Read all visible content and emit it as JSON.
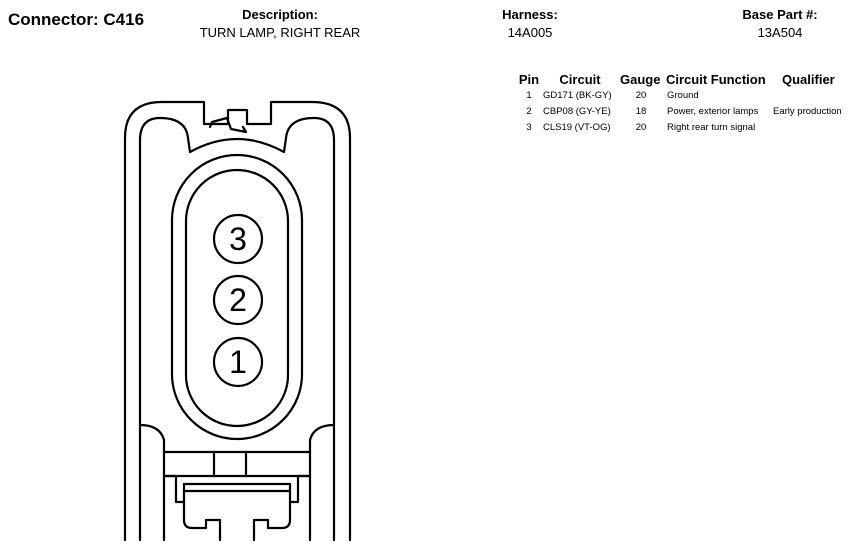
{
  "header": {
    "connector_title": "Connector: C416",
    "description_label": "Description:",
    "description_value": "TURN LAMP, RIGHT REAR",
    "harness_label": "Harness:",
    "harness_value": "14A005",
    "base_part_label": "Base Part #:",
    "base_part_value": "13A504"
  },
  "table": {
    "columns": {
      "pin": "Pin",
      "circuit": "Circuit",
      "gauge": "Gauge",
      "function": "Circuit Function",
      "qualifier": "Qualifier"
    },
    "rows": [
      {
        "pin": "1",
        "circuit": "GD171 (BK-GY)",
        "gauge": "20",
        "function": "Ground",
        "qualifier": ""
      },
      {
        "pin": "2",
        "circuit": "CBP08 (GY-YE)",
        "gauge": "18",
        "function": "Power, exterior lamps",
        "qualifier": "Early production"
      },
      {
        "pin": "3",
        "circuit": "CLS19 (VT-OG)",
        "gauge": "20",
        "function": "Right rear turn signal",
        "qualifier": ""
      }
    ]
  },
  "diagram": {
    "pin_labels": [
      "3",
      "2",
      "1"
    ]
  }
}
